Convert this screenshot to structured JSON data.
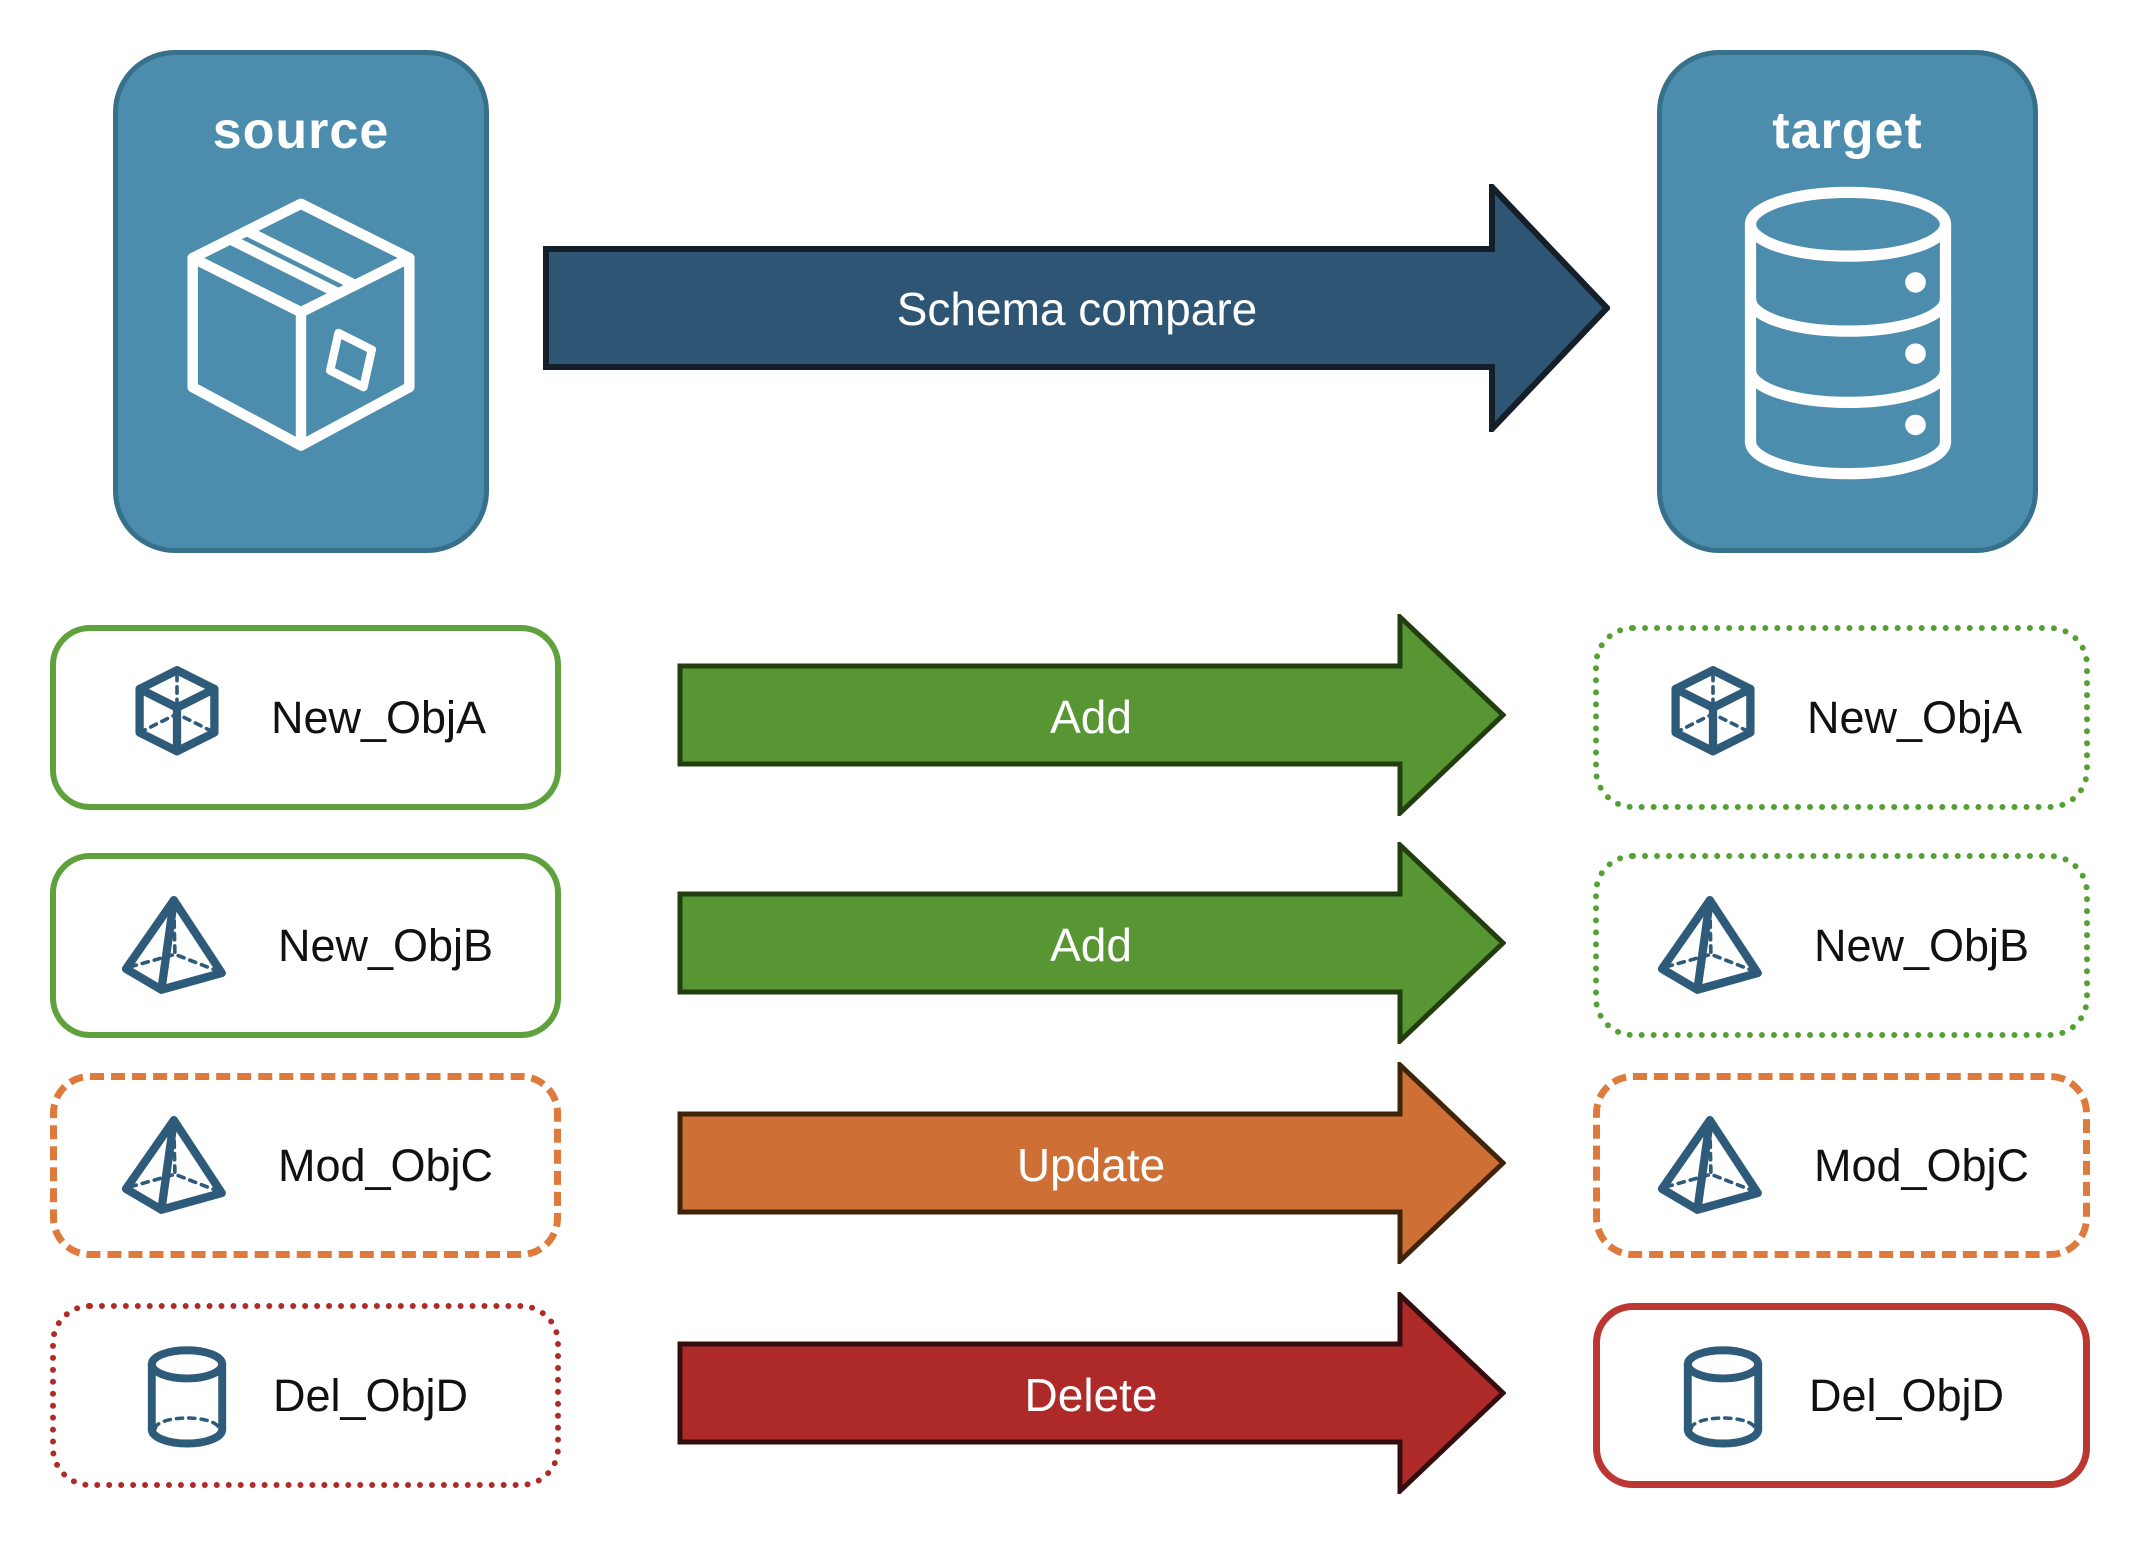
{
  "source_panel": {
    "label": "source",
    "icon": "package-box-icon"
  },
  "target_panel": {
    "label": "target",
    "icon": "database-icon"
  },
  "compare_arrow": {
    "label": "Schema compare"
  },
  "rows": [
    {
      "object": "New_ObjA",
      "action": "Add",
      "icon": "cube-icon",
      "source_border": "solid-green",
      "target_border": "dotted-green",
      "arrow_color": "#579632"
    },
    {
      "object": "New_ObjB",
      "action": "Add",
      "icon": "pyramid-icon",
      "source_border": "solid-green",
      "target_border": "dotted-green",
      "arrow_color": "#579632"
    },
    {
      "object": "Mod_ObjC",
      "action": "Update",
      "icon": "pyramid-icon",
      "source_border": "dashed-orange",
      "target_border": "dashed-orange",
      "arrow_color": "#CE6F35"
    },
    {
      "object": "Del_ObjD",
      "action": "Delete",
      "icon": "cylinder-icon",
      "source_border": "dotted-red",
      "target_border": "solid-red",
      "arrow_color": "#AE2A29"
    }
  ],
  "colors": {
    "panel_blue": "#4C8CAC",
    "panel_edge": "#37708A",
    "main_arrow_fill": "#2E5674",
    "main_arrow_stroke": "#141F2A",
    "icon_blue": "#2E5B7A",
    "green_border": "#5FA13C",
    "orange_border": "#DE7B3C",
    "red_border": "#AE2B28",
    "label_text": "#111111",
    "arrow_text": "#ffffff"
  }
}
